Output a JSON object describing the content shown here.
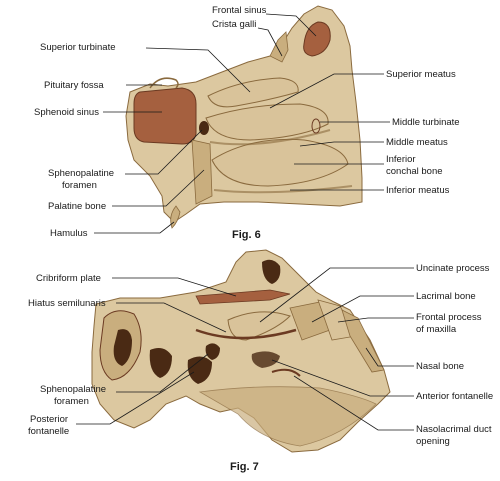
{
  "figures": [
    {
      "caption": "Fig. 6",
      "labels": {
        "frontal_sinus": "Frontal sinus",
        "crista_galli": "Crista galli",
        "superior_turbinate": "Superior turbinate",
        "superior_meatus": "Superior meatus",
        "pituitary_fossa": "Pituitary fossa",
        "sphenoid_sinus": "Sphenoid sinus",
        "middle_turbinate": "Middle turbinate",
        "middle_meatus": "Middle meatus",
        "sphenopalatine_foramen_1": "Sphenopalatine",
        "sphenopalatine_foramen_2": "foramen",
        "inferior_concha_1": "Inferior",
        "inferior_concha_2": "conchal bone",
        "inferior_meatus": "Inferior meatus",
        "palatine_bone": "Palatine bone",
        "hamulus": "Hamulus"
      }
    },
    {
      "caption": "Fig. 7",
      "labels": {
        "cribriform_plate": "Cribriform plate",
        "uncinate_process": "Uncinate process",
        "hiatus_semilunaris": "Hiatus semilunaris",
        "lacrimal_bone": "Lacrimal bone",
        "frontal_process_1": "Frontal process",
        "frontal_process_2": "of maxilla",
        "nasal_bone": "Nasal bone",
        "sphenopalatine_foramen_1": "Sphenopalatine",
        "sphenopalatine_foramen_2": "foramen",
        "anterior_fontanelle": "Anterior fontanelle",
        "posterior_fontanelle_1": "Posterior",
        "posterior_fontanelle_2": "fontanelle",
        "nasolacrimal_1": "Nasolacrimal duct",
        "nasolacrimal_2": "opening"
      }
    }
  ],
  "colors": {
    "bone": "#dcc8a0",
    "bone_dark": "#c9ae7e",
    "bone_shadow": "#8a6a3e",
    "sinus": "#a5603f",
    "cavity": "#4a2a14",
    "turbinate": "#d9c39a",
    "line": "#1a1a1a"
  }
}
